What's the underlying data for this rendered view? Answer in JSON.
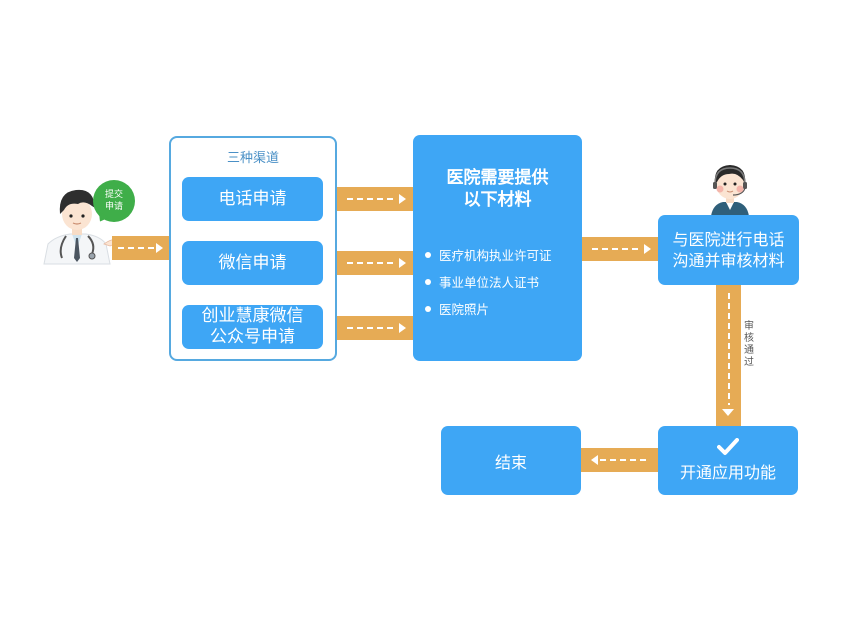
{
  "doctor": {
    "bubble_line1": "提交",
    "bubble_line2": "申请",
    "icon": "doctor-avatar-icon"
  },
  "channels": {
    "title": "三种渠道",
    "items": [
      {
        "label_line1": "电话申请",
        "label_line2": ""
      },
      {
        "label_line1": "微信申请",
        "label_line2": ""
      },
      {
        "label_line1": "创业慧康微信",
        "label_line2": "公众号申请"
      }
    ]
  },
  "materials": {
    "title_line1": "医院需要提供",
    "title_line2": "以下材料",
    "items": [
      "医疗机构执业许可证",
      "事业单位法人证书",
      "医院照片"
    ]
  },
  "review": {
    "label_line1": "与医院进行电话",
    "label_line2": "沟通并审核材料",
    "icon": "customer-service-icon"
  },
  "approved_label": "审核通过",
  "activate": {
    "label": "开通应用功能",
    "icon": "checkmark-icon"
  },
  "end": {
    "label": "结束"
  },
  "colors": {
    "box_blue": "#3ea6f5",
    "arrow_band": "#e6ab55",
    "container_border": "#56a9e0",
    "bubble_green": "#3fae49"
  }
}
